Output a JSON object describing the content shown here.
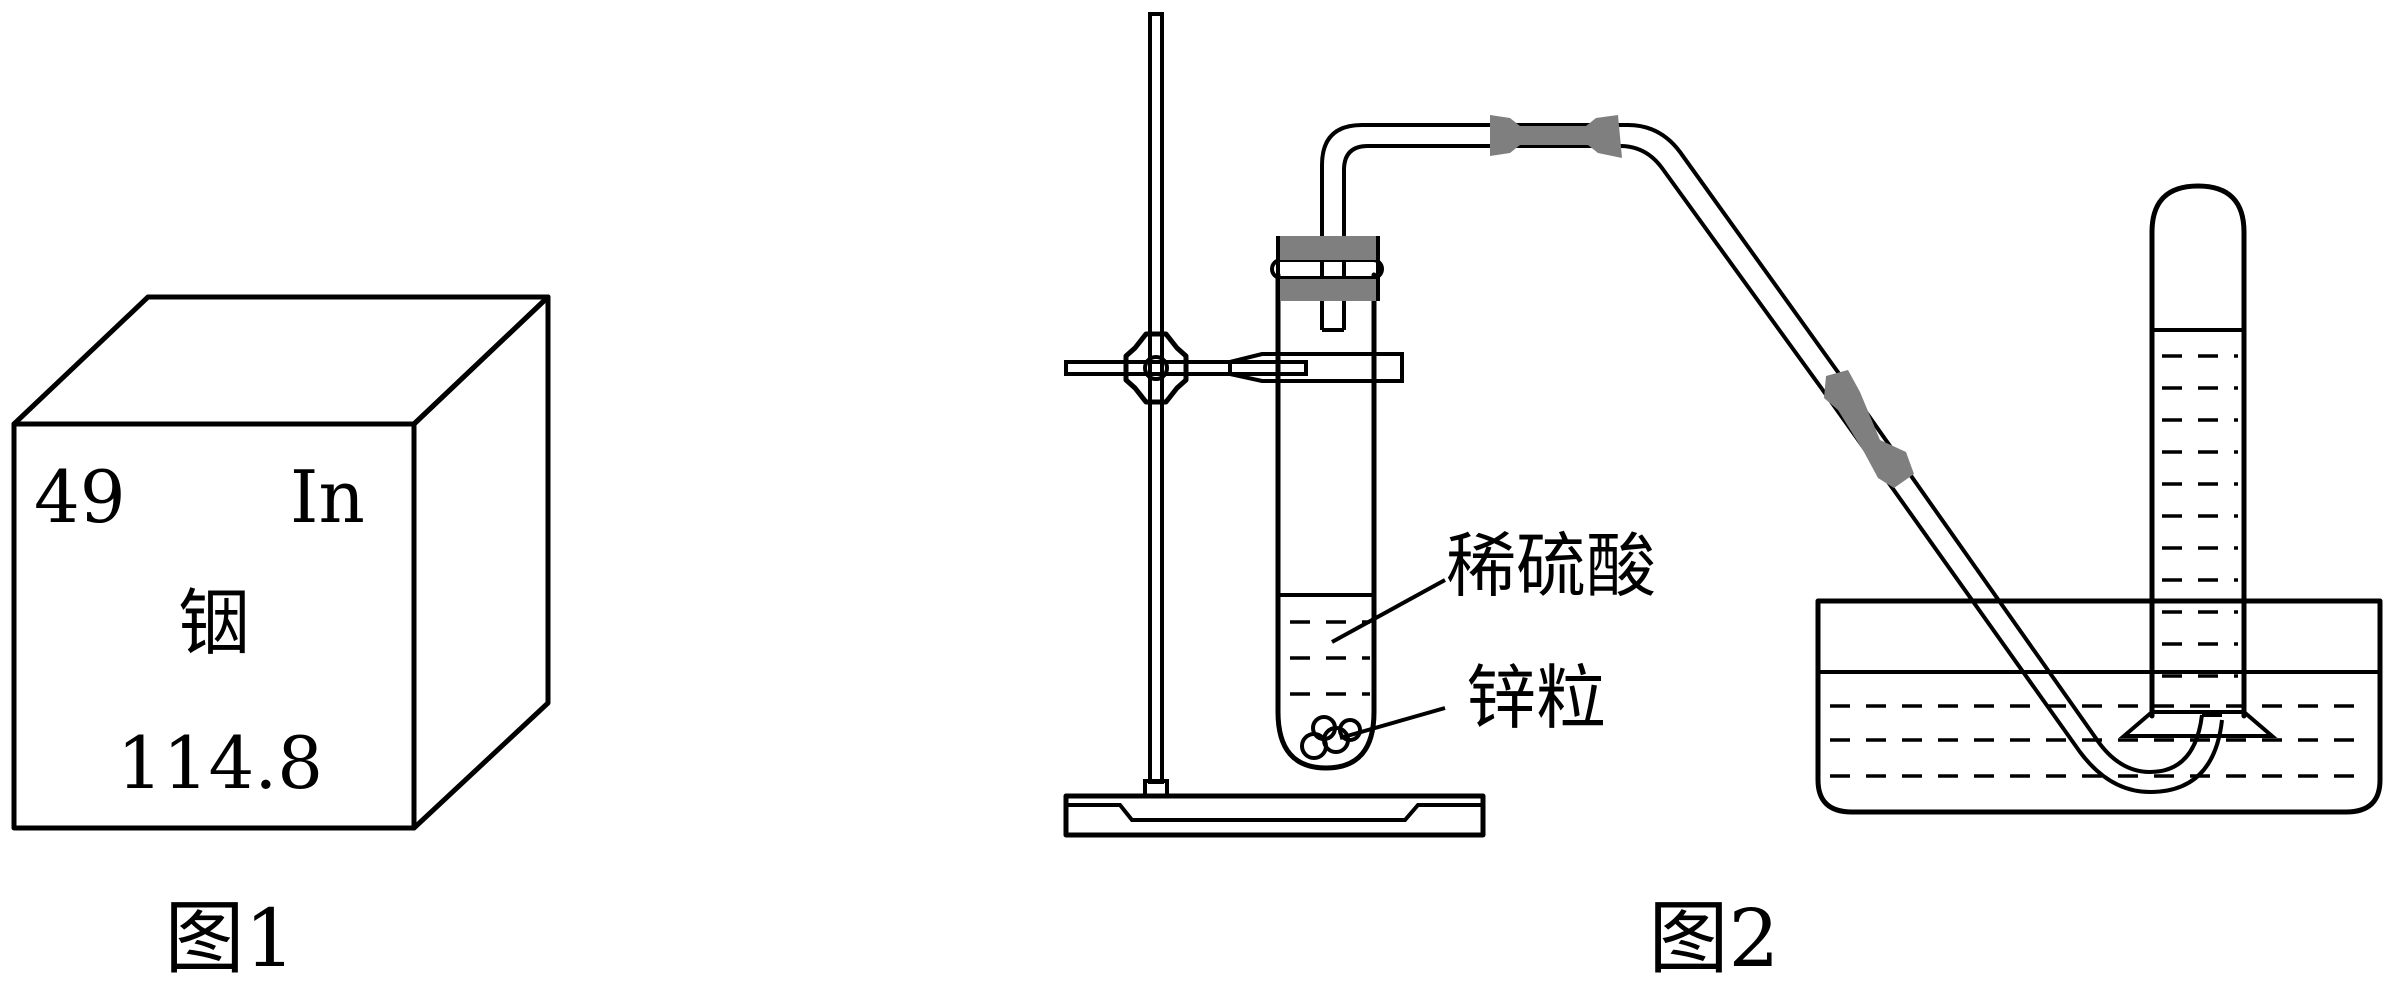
{
  "figure1": {
    "atomic_number": "49",
    "symbol": "In",
    "name": "铟",
    "atomic_mass": "114.8",
    "caption": "图1"
  },
  "figure2": {
    "label_acid": "稀硫酸",
    "label_zinc": "锌粒",
    "caption": "图2"
  },
  "colors": {
    "line": "#000000",
    "rubber": "#7f7f7f",
    "background": "#ffffff"
  }
}
